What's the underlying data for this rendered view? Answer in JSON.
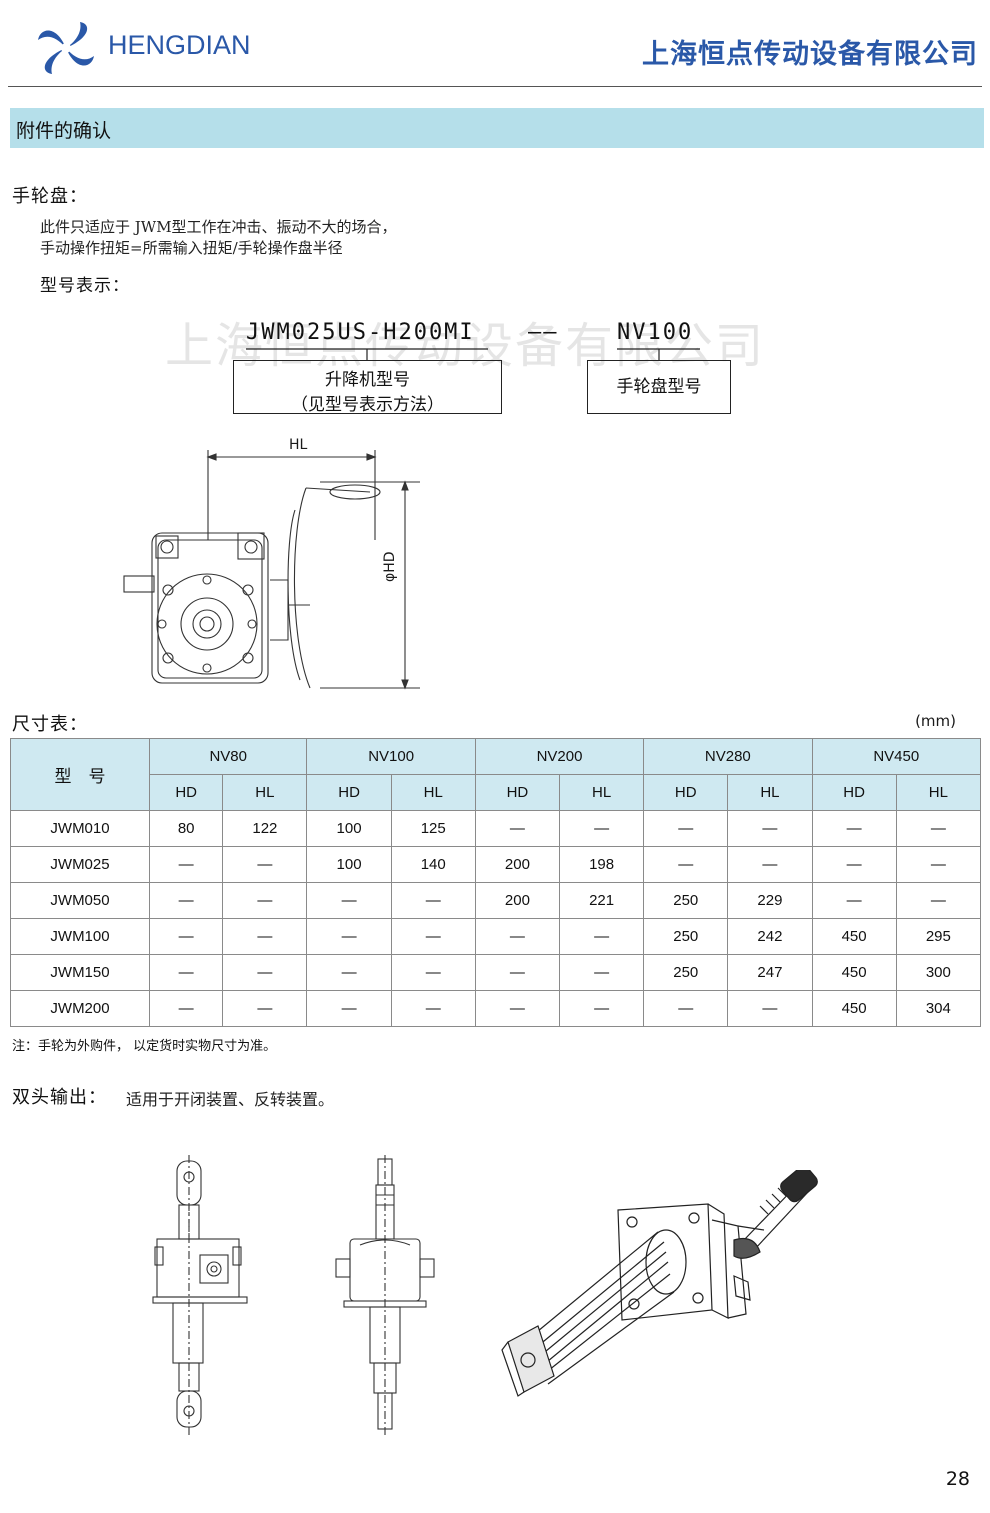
{
  "header": {
    "brand": "HENGDIAN",
    "company": "上海恒点传动设备有限公司"
  },
  "section": {
    "title": "附件的确认"
  },
  "handwheel": {
    "heading": "手轮盘：",
    "desc_line1": "此件只适应于 JWM型工作在冲击、振动不大的场合，",
    "desc_line2": "手动操作扭矩=所需输入扭矩/手轮操作盘半径",
    "model_label": "型号表示：",
    "watermark": "上海恒点传动设备有限公司",
    "code_left": "JWM025US-H200MI",
    "code_dash": "——",
    "code_right": "NV100",
    "box_left_line1": "升降机型号",
    "box_left_line2": "（见型号表示方法）",
    "box_right": "手轮盘型号",
    "dim_hl": "HL",
    "dim_hd": "φHD"
  },
  "dimension_table": {
    "heading": "尺寸表：",
    "unit": "(mm)",
    "model_header": "型　号",
    "groups": [
      "NV80",
      "NV100",
      "NV200",
      "NV280",
      "NV450"
    ],
    "subheaders": [
      "HD",
      "HL",
      "HD",
      "HL",
      "HD",
      "HL",
      "HD",
      "HL",
      "HD",
      "HL"
    ],
    "rows": [
      {
        "model": "JWM010",
        "cells": [
          "80",
          "122",
          "100",
          "125",
          "—",
          "—",
          "—",
          "—",
          "—",
          "—"
        ]
      },
      {
        "model": "JWM025",
        "cells": [
          "—",
          "—",
          "100",
          "140",
          "200",
          "198",
          "—",
          "—",
          "—",
          "—"
        ]
      },
      {
        "model": "JWM050",
        "cells": [
          "—",
          "—",
          "—",
          "—",
          "200",
          "221",
          "250",
          "229",
          "—",
          "—"
        ]
      },
      {
        "model": "JWM100",
        "cells": [
          "—",
          "—",
          "—",
          "—",
          "—",
          "—",
          "250",
          "242",
          "450",
          "295"
        ]
      },
      {
        "model": "JWM150",
        "cells": [
          "—",
          "—",
          "—",
          "—",
          "—",
          "—",
          "250",
          "247",
          "450",
          "300"
        ]
      },
      {
        "model": "JWM200",
        "cells": [
          "—",
          "—",
          "—",
          "—",
          "—",
          "—",
          "—",
          "—",
          "450",
          "304"
        ]
      }
    ],
    "note": "注：手轮为外购件，  以定货时实物尺寸为准。"
  },
  "dual_output": {
    "heading": "双头输出：",
    "desc": "适用于开闭装置、反转装置。"
  },
  "footer": {
    "page_number": "28"
  },
  "colors": {
    "brand_blue": "#2a58a8",
    "section_bar": "#b5dfea",
    "table_header": "#cfe9f1"
  }
}
